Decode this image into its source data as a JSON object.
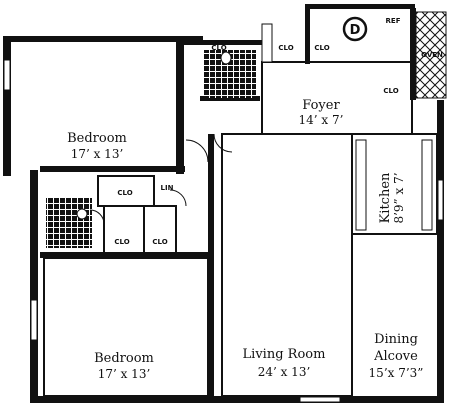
{
  "rooms": {
    "bedroom_upper": {
      "name": "Bedroom",
      "dim": "17’ x 13’"
    },
    "bedroom_lower": {
      "name": "Bedroom",
      "dim": "17’ x 13’"
    },
    "foyer": {
      "name": "Foyer",
      "dim": "14’ x 7’"
    },
    "living": {
      "name": "Living Room",
      "dim": "24’ x 13’"
    },
    "dining": {
      "name_line1": "Dining",
      "name_line2": "Alcove",
      "dim": "15’x 7’3”"
    },
    "kitchen": {
      "name": "Kitchen",
      "dim": "8’9” x 7’"
    }
  },
  "closets": {
    "clo_top1": "CLO",
    "clo_top2": "CLO",
    "clo_top3": "CLO",
    "clo_right": "CLO",
    "clo_mid": "CLO",
    "lin": "LIN",
    "clo_low1": "CLO",
    "clo_low2": "CLO",
    "ref": "REF",
    "oven": "OVEN"
  },
  "marker": "D"
}
